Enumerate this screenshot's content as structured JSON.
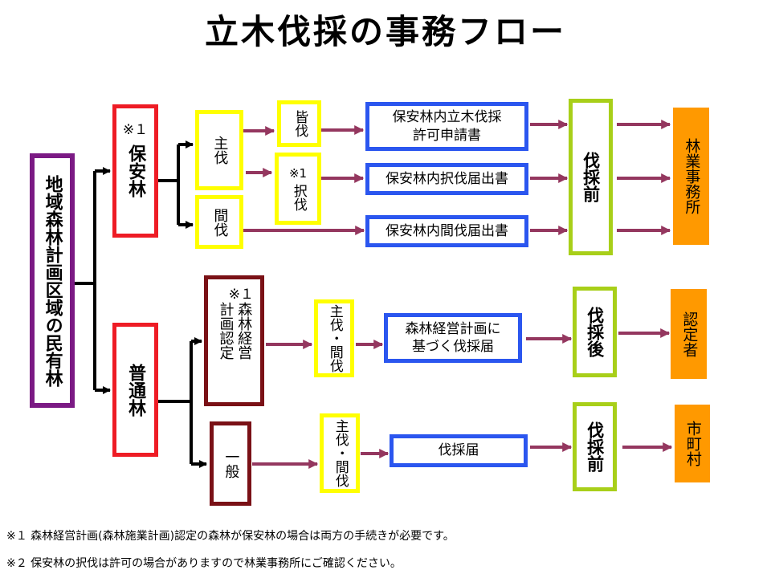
{
  "title": "立木伐採の事務フロー",
  "colors": {
    "purple": "#7b1a84",
    "red": "#ee1c25",
    "yellow": "#ffff00",
    "blue": "#2b56ef",
    "lime": "#a8cf19",
    "maroon": "#7a1116",
    "orange": "#ff9900",
    "arrow": "#94375f",
    "connector": "#000000"
  },
  "nodes": {
    "private_forest": "地域森林計画区域の民有林",
    "protection_forest_mark": "※１",
    "protection_forest": "保安林",
    "ordinary_forest": "普通林",
    "main_cut": "主伐",
    "thinning": "間伐",
    "clear_cut": "皆伐",
    "selective_mark": "※1",
    "selective_cut": "択伐",
    "plan_mark": "※１",
    "plan_col1": "森林経営",
    "plan_col2": "計画認定",
    "general": "一般",
    "main_thin_1": "主伐・間伐",
    "main_thin_2": "主伐・間伐",
    "doc_permit": "保安林内立木伐採\n許可申請書",
    "doc_selective": "保安林内択伐届出書",
    "doc_thinning": "保安林内間伐届出書",
    "doc_plan": "森林経営計画に\n基づく伐採届",
    "doc_general": "伐採届",
    "before_1": "伐採前",
    "after": "伐採後",
    "before_2": "伐採前",
    "office_forestry": "林業事務所",
    "office_certified": "認定者",
    "office_municipal": "市町村"
  },
  "notes": [
    "※１ 森林経営計画(森林施業計画)認定の森林が保安林の場合は両方の手続きが必要です。",
    "※２ 保安林の択伐は許可の場合がありますので林業事務所にご確認ください。"
  ]
}
